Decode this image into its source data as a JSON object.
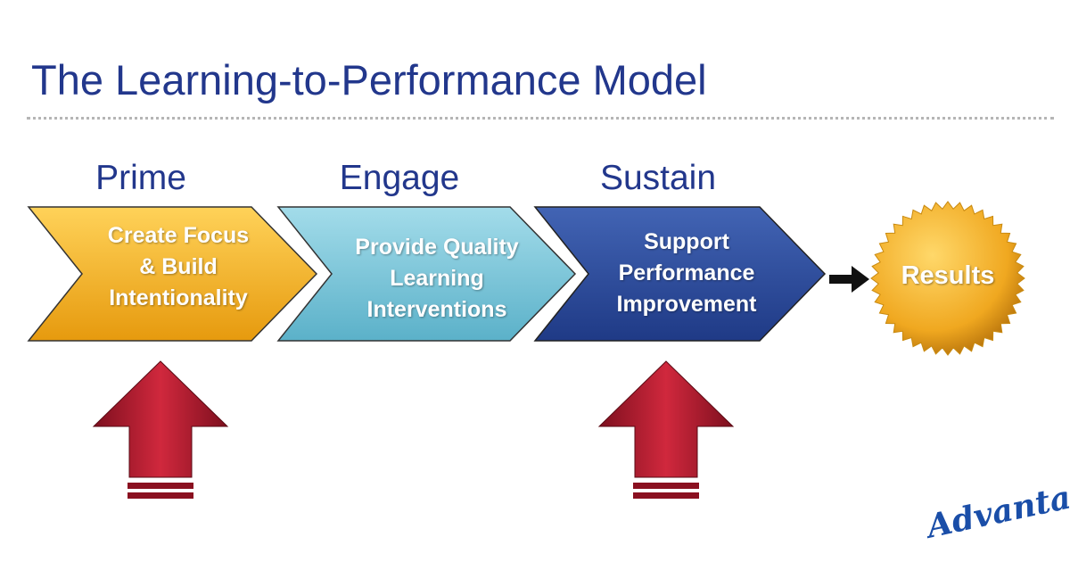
{
  "title": "The Learning-to-Performance Model",
  "stages": [
    {
      "label": "Prime",
      "text": [
        "Create Focus",
        "& Build",
        "Intentionality"
      ],
      "color": "#f5a91c"
    },
    {
      "label": "Engage",
      "text": [
        "Provide Quality",
        "Learning",
        "Interventions"
      ],
      "color": "#6fc0d6"
    },
    {
      "label": "Sustain",
      "text": [
        "Support",
        "Performance",
        "Improvement"
      ],
      "color": "#2b4a9a"
    }
  ],
  "result": "Results",
  "logo": "Advantage",
  "colors": {
    "title": "#22378c",
    "up_arrow": "#b3192e",
    "seal": "#f3b12a"
  }
}
